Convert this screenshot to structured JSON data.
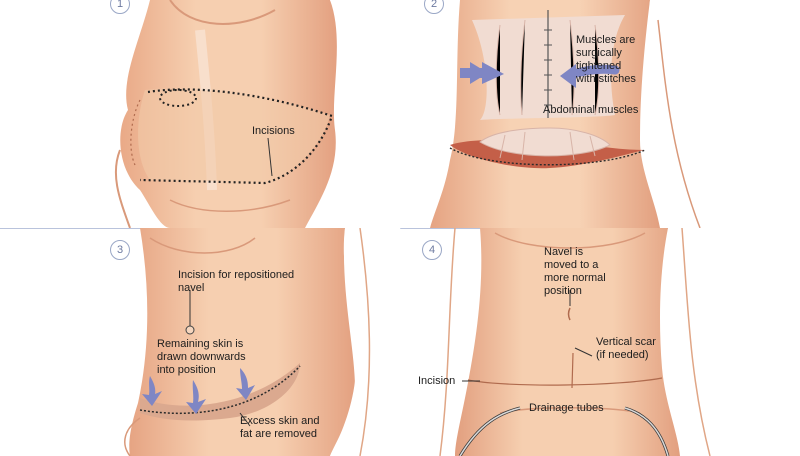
{
  "colors": {
    "skin": "#f3c6a3",
    "skin_light": "#f8dcc4",
    "shadow": "#d9997a",
    "muscle": "#f2d8cf",
    "arrow": "#7f86c4",
    "divider": "#b9c3dc"
  },
  "panels": [
    {
      "number": "1",
      "labels": {
        "incisions": "Incisions"
      }
    },
    {
      "number": "2",
      "labels": {
        "muscles_line1": "Muscles are",
        "muscles_line2": "surgically",
        "muscles_line3": "tightened",
        "muscles_line4": "with stitches",
        "abdominal": "Abdominal muscles"
      }
    },
    {
      "number": "3",
      "labels": {
        "navel_incision_line1": "Incision for repositioned",
        "navel_incision_line2": "navel",
        "remaining_line1": "Remaining skin is",
        "remaining_line2": "drawn downwards",
        "remaining_line3": "into position",
        "excess_line1": "Excess skin and",
        "excess_line2": "fat are removed"
      }
    },
    {
      "number": "4",
      "labels": {
        "navel_line1": "Navel is",
        "navel_line2": "moved to a",
        "navel_line3": "more normal",
        "navel_line4": "position",
        "scar_line1": "Vertical scar",
        "scar_line2": "(if needed)",
        "incision": "Incision",
        "drainage": "Drainage tubes"
      }
    }
  ]
}
